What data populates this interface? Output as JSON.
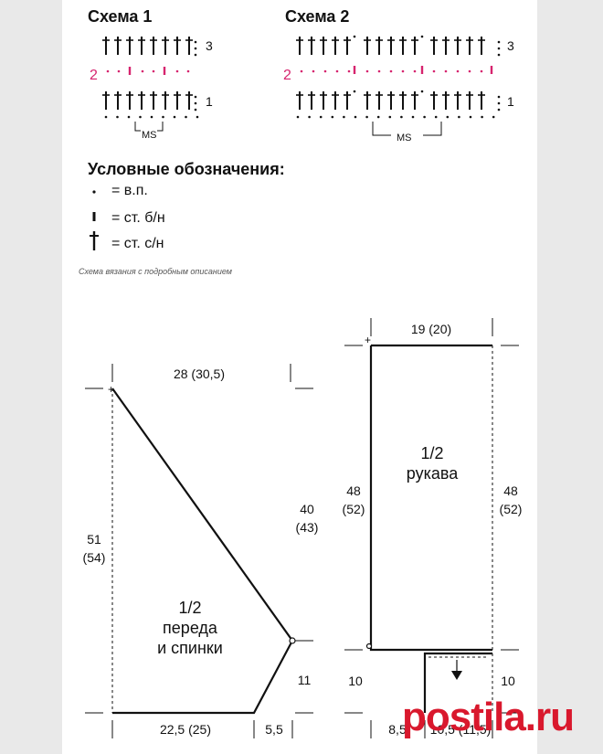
{
  "schemas": {
    "schema1": {
      "title": "Схема 1",
      "row_numbers": [
        "3",
        "2",
        "1"
      ],
      "repeat_label": "MS"
    },
    "schema2": {
      "title": "Схема 2",
      "row_numbers": [
        "3",
        "2",
        "1"
      ],
      "repeat_label": "MS"
    }
  },
  "legend": {
    "title": "Условные обозначения:",
    "items": [
      {
        "icon": "chain-dot",
        "text": "= в.п."
      },
      {
        "icon": "single-crochet-bar",
        "text": "= ст. б/н"
      },
      {
        "icon": "double-crochet-cross",
        "text": "= ст. с/н"
      }
    ]
  },
  "caption": "Схема вязания с подробным описанием",
  "body_pattern": {
    "label": "1/2\nпереда\nи спинки",
    "dims": {
      "top": "28 (30,5)",
      "left": "51\n(54)",
      "right": "40\n(43)",
      "right_bottom": "11",
      "bottom": "22,5 (25)",
      "bottom_right": "5,5"
    }
  },
  "sleeve_pattern": {
    "label": "1/2\nрукава",
    "dims": {
      "top": "19 (20)",
      "left": "48\n(52)",
      "right": "48\n(52)",
      "left_bottom": "10",
      "right_bottom": "10",
      "bottom_left": "8,5",
      "bottom_right": "10,5 (11,5)"
    }
  },
  "watermark": "postila.ru",
  "colors": {
    "accent_row": "#d6246e",
    "watermark": "#d9182d",
    "line": "#111111"
  }
}
